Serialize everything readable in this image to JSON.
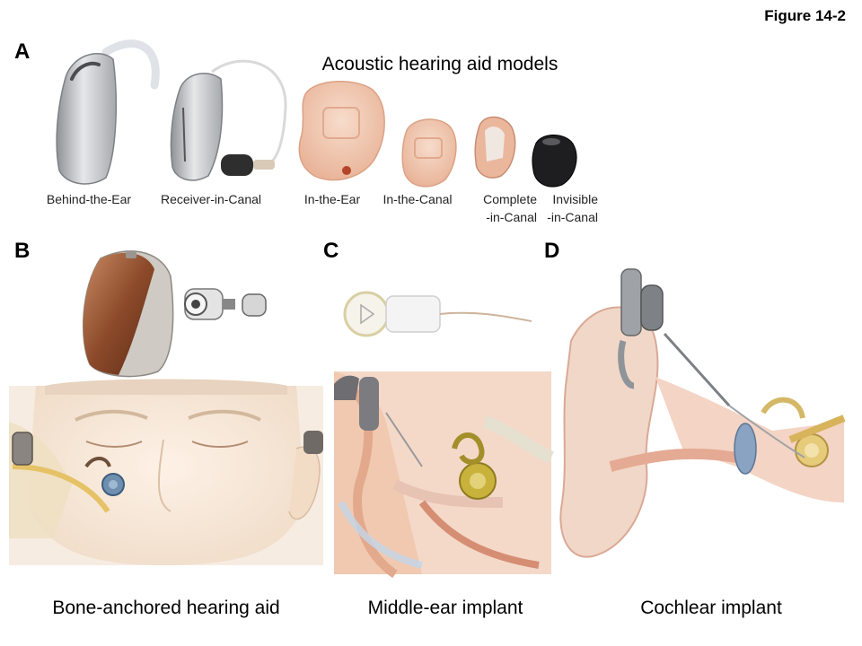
{
  "figure_label": "Figure 14-2",
  "panels": {
    "a": {
      "letter": "A",
      "title": "Acoustic hearing aid  models",
      "models": [
        {
          "line1": "Behind-the-Ear",
          "line2": ""
        },
        {
          "line1": "Receiver-in-Canal",
          "line2": ""
        },
        {
          "line1": "In-the-Ear",
          "line2": ""
        },
        {
          "line1": "In-the-Canal",
          "line2": ""
        },
        {
          "line1": "Complete",
          "line2": "-in-Canal"
        },
        {
          "line1": "Invisible",
          "line2": "-in-Canal"
        }
      ]
    },
    "b": {
      "letter": "B",
      "caption": "Bone-anchored hearing aid"
    },
    "c": {
      "letter": "C",
      "caption": "Middle-ear implant"
    },
    "d": {
      "letter": "D",
      "caption": "Cochlear implant"
    }
  }
}
